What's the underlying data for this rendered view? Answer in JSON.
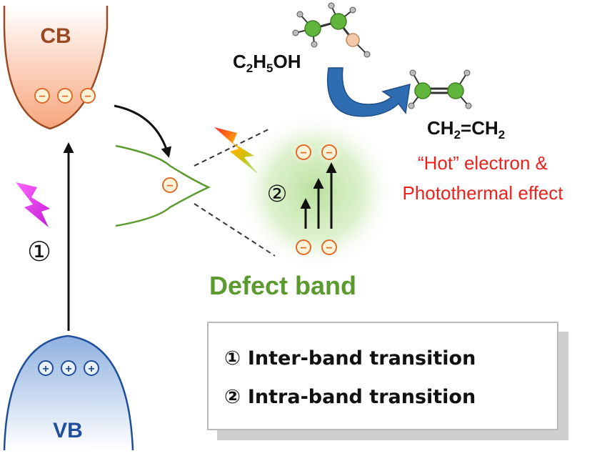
{
  "bands": {
    "cb_label": "CB",
    "vb_label": "VB",
    "defect_label": "Defect band",
    "electron_symbol": "−",
    "hole_symbol": "+"
  },
  "transitions": {
    "inter_marker": "①",
    "intra_marker": "②"
  },
  "reaction": {
    "reactant_parts": [
      "C",
      "2",
      "H",
      "5",
      "OH"
    ],
    "product_parts": [
      "CH",
      "2",
      "=CH",
      "2"
    ]
  },
  "effect": {
    "line1": "“Hot” electron &",
    "line2": "Photothermal effect"
  },
  "legend": {
    "items": [
      {
        "num": "①",
        "text": "Inter-band transition"
      },
      {
        "num": "②",
        "text": "Intra-band transition"
      }
    ]
  },
  "colors": {
    "cb": "#9a4a22",
    "vb": "#1f4e9b",
    "defect": "#5a9a2f",
    "effect_text": "#e8231e",
    "electron": "#e06a2a",
    "reaction_arrow": "#2f6db3"
  }
}
